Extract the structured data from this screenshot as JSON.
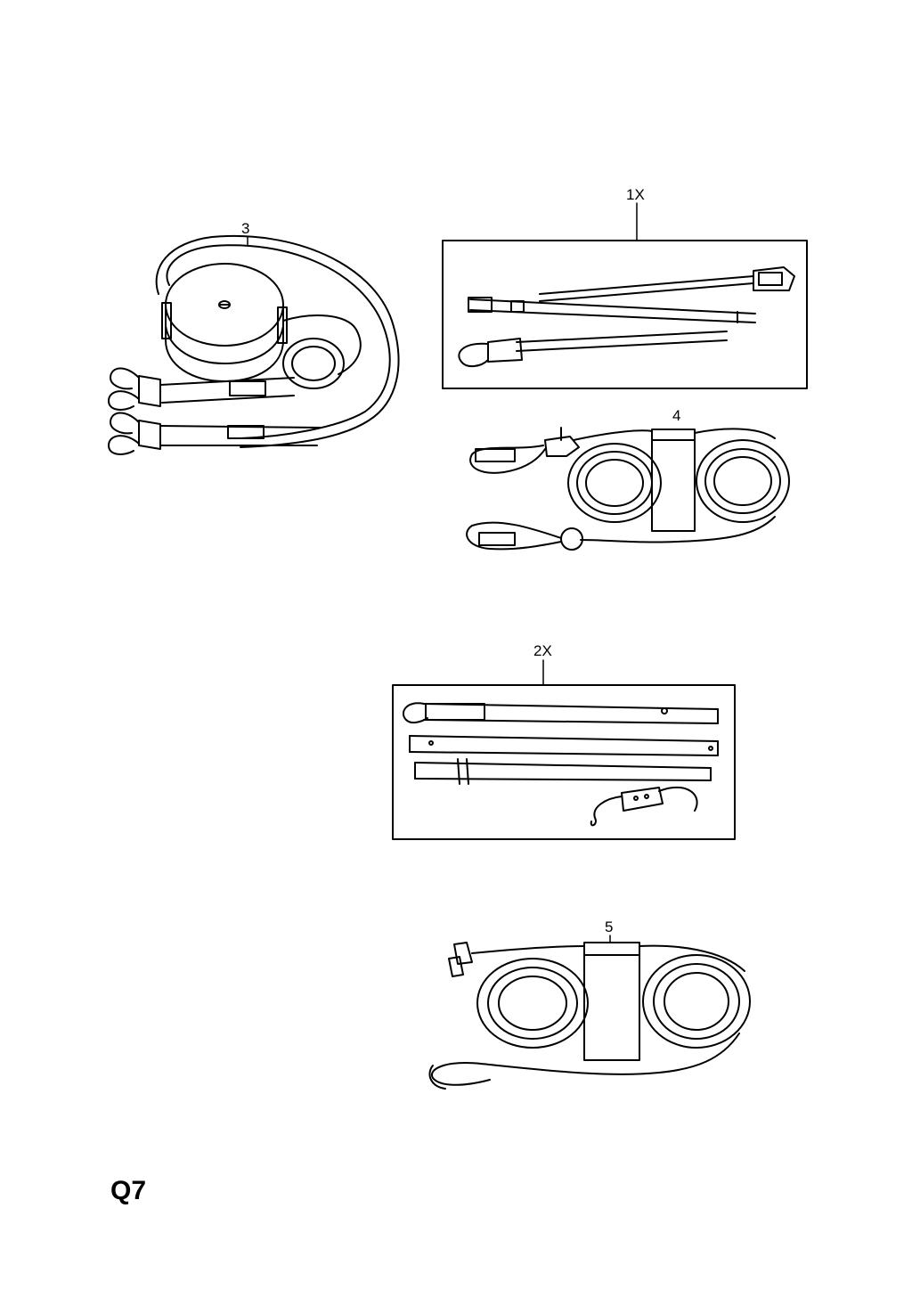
{
  "diagram": {
    "page_code": "Q7",
    "parts": [
      {
        "id": "part-3",
        "label": "3",
        "description_icon": "tow-strap-reel-icon"
      },
      {
        "id": "part-1x",
        "label": "1X",
        "description_icon": "tow-bar-kit-icon"
      },
      {
        "id": "part-4",
        "label": "4",
        "description_icon": "tow-rope-with-hooks-icon"
      },
      {
        "id": "part-2x",
        "label": "2X",
        "description_icon": "tow-pole-kit-icon"
      },
      {
        "id": "part-5",
        "label": "5",
        "description_icon": "tow-rope-coil-icon"
      }
    ]
  },
  "colors": {
    "ink": "#000000",
    "paper": "#ffffff"
  }
}
